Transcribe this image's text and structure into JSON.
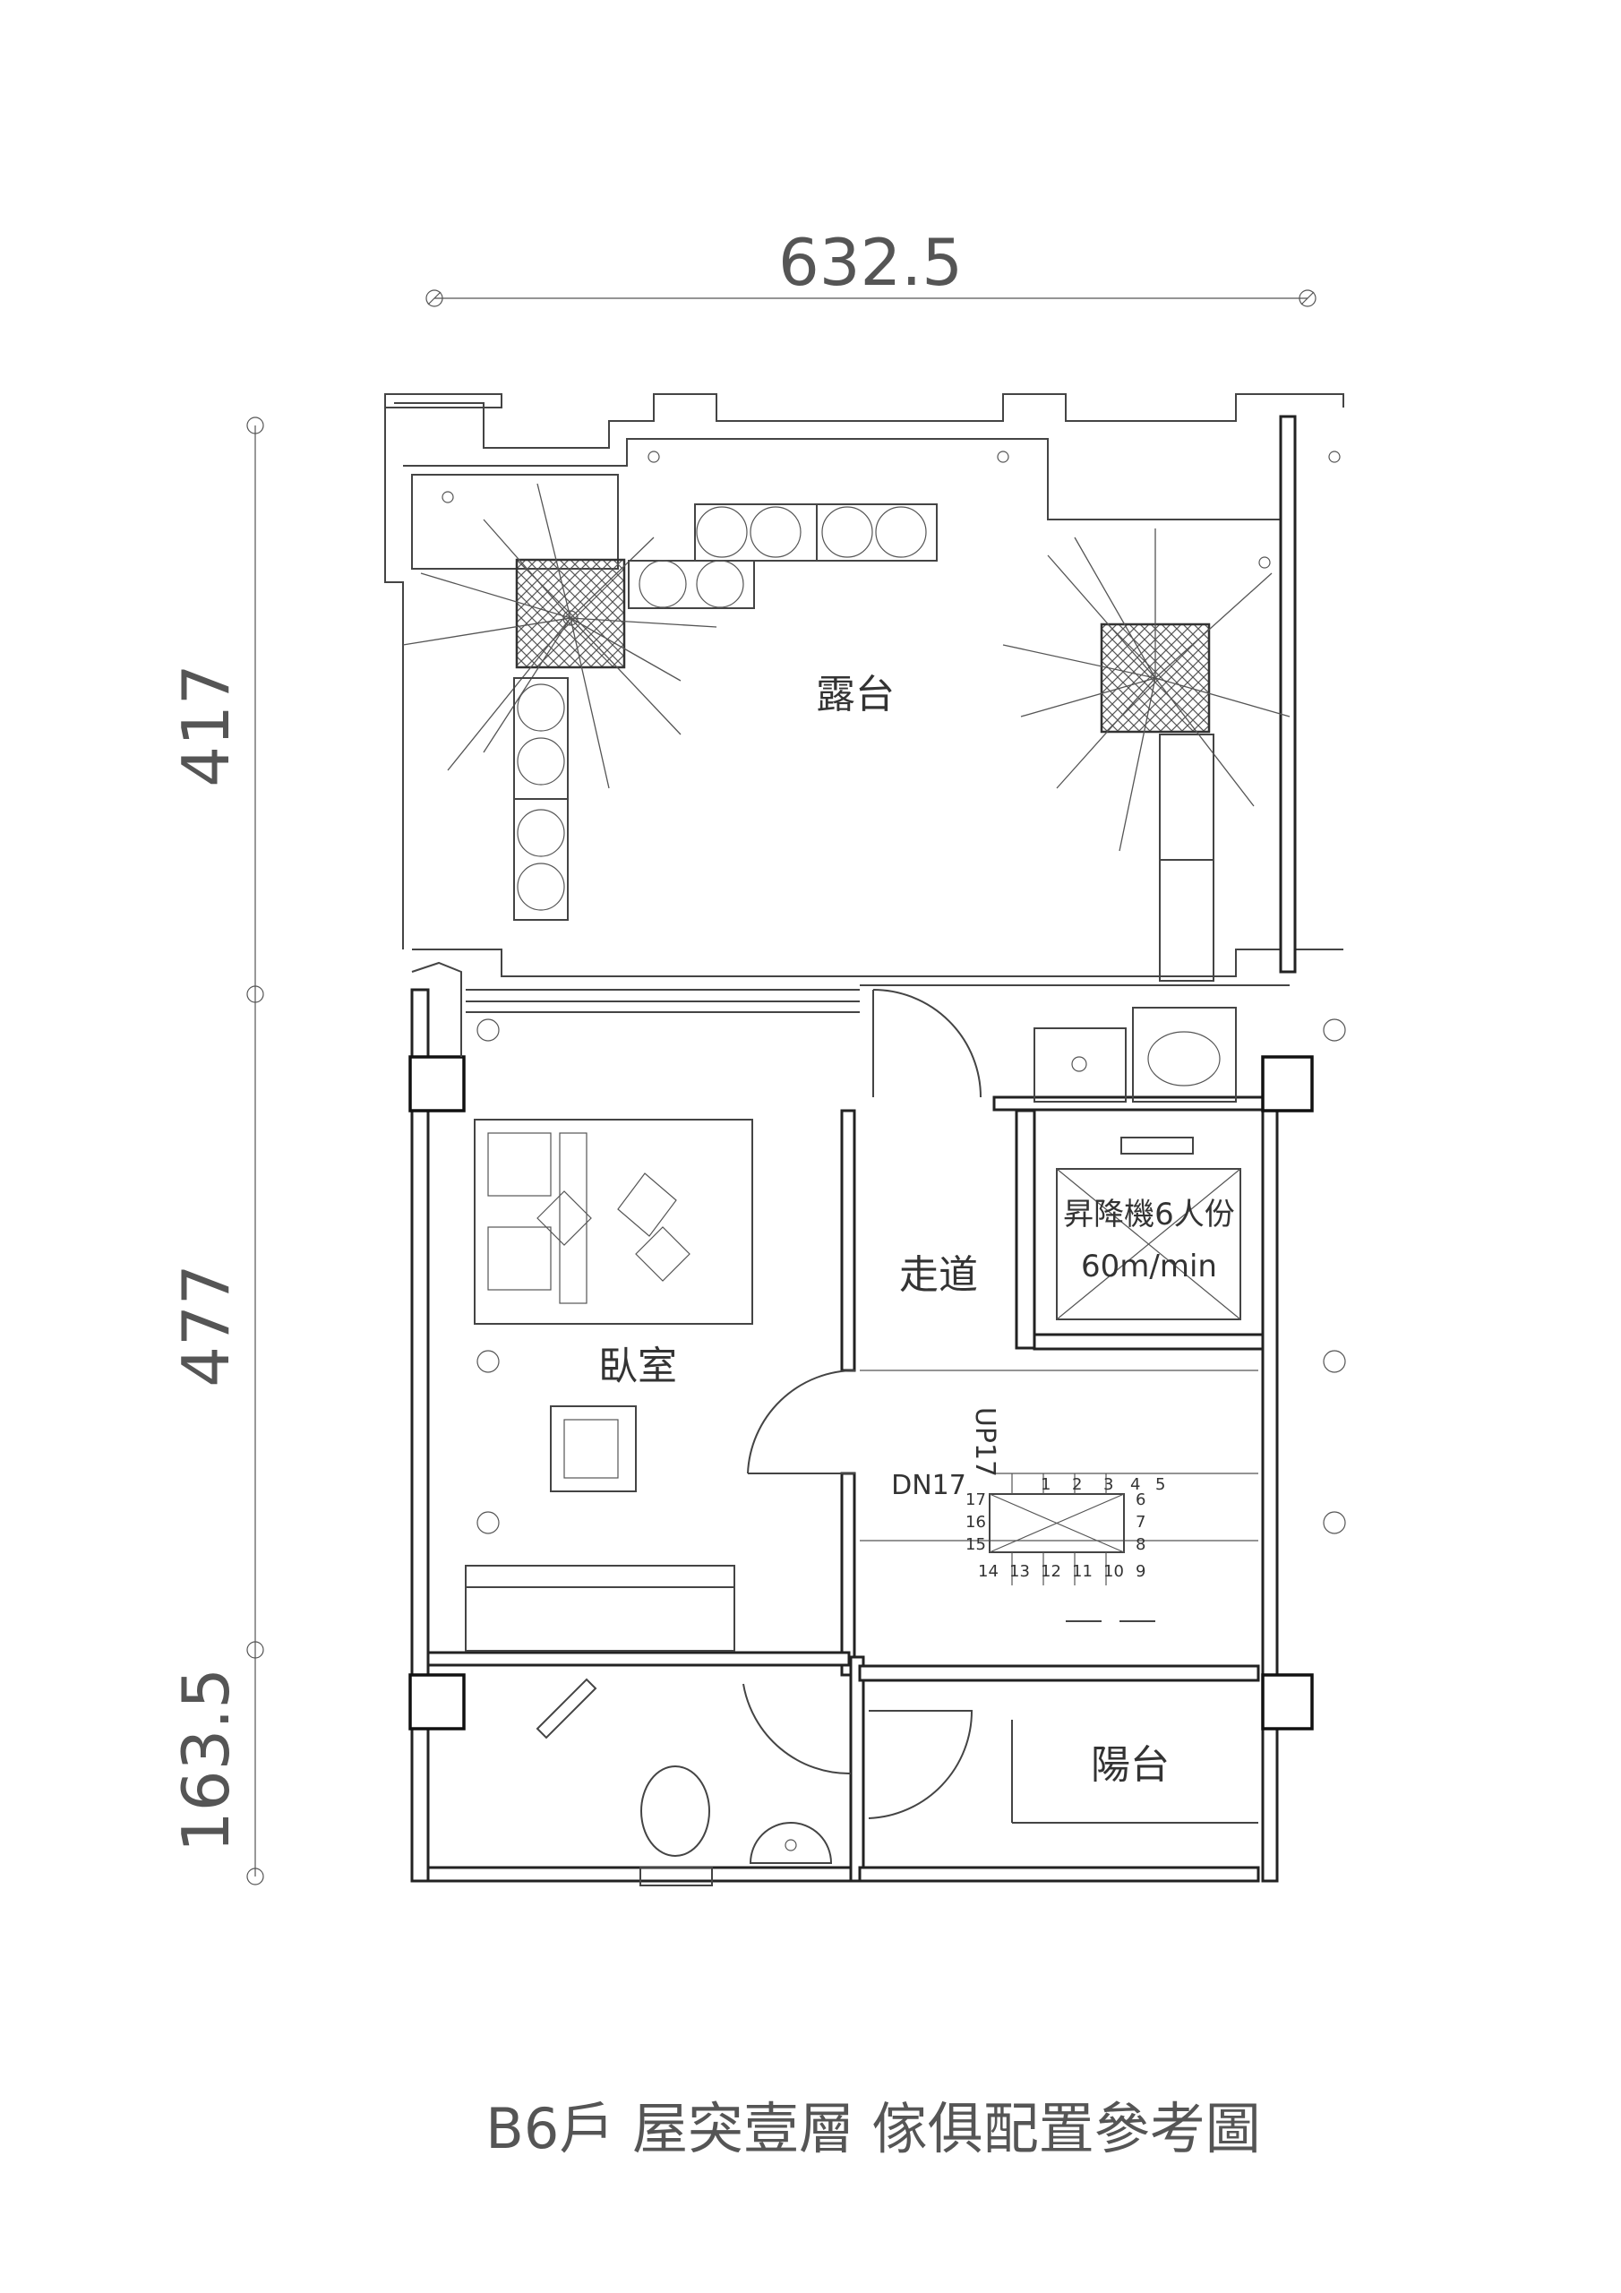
{
  "dimensions": {
    "top": "632.5",
    "left": [
      "417",
      "477",
      "163.5"
    ]
  },
  "rooms": {
    "terrace": "露台",
    "bedroom": "臥室",
    "corridor": "走道",
    "balcony": "陽台",
    "elevator_line1": "昇降機6人份",
    "elevator_line2": "60m/min"
  },
  "stairs": {
    "up": "UP17",
    "down": "DN17",
    "steps": [
      "1",
      "2",
      "3",
      "4",
      "5",
      "6",
      "7",
      "8",
      "9",
      "10",
      "11",
      "12",
      "13",
      "14",
      "15",
      "16",
      "17"
    ]
  },
  "caption": "B6戶  屋突壹層  傢俱配置參考圖",
  "colors": {
    "line": "#444444",
    "hatch": "#555555",
    "background": "#ffffff"
  }
}
